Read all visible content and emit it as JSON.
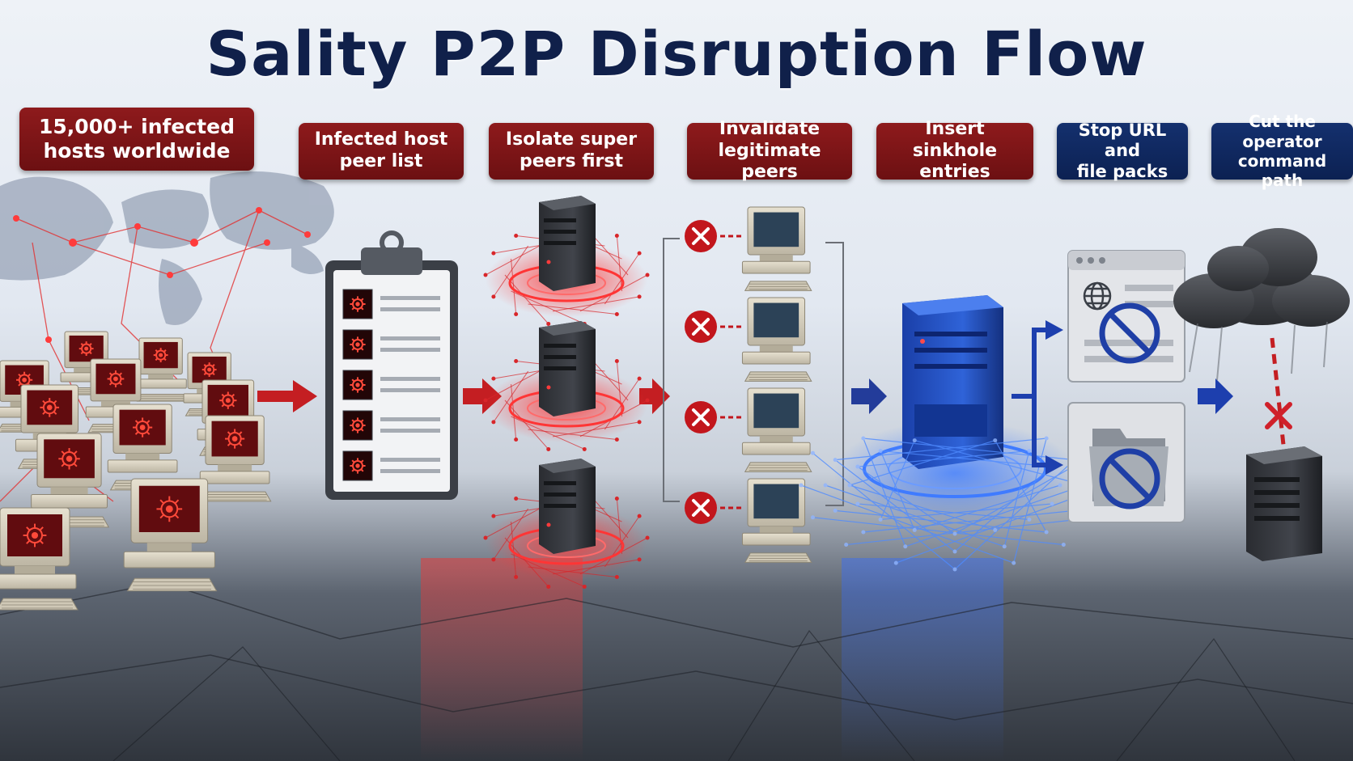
{
  "title": "Sality P2P Disruption Flow",
  "steps": [
    {
      "label": "15,000+ infected\nhosts worldwide",
      "tone": "red"
    },
    {
      "label": "Infected host\npeer list",
      "tone": "red"
    },
    {
      "label": "Isolate super\npeers first",
      "tone": "red"
    },
    {
      "label": "Invalidate\nlegitimate peers",
      "tone": "red"
    },
    {
      "label": "Insert sinkhole\nentries",
      "tone": "red"
    },
    {
      "label": "Stop URL and\nfile packs",
      "tone": "blue"
    },
    {
      "label": "Cut the operator\ncommand path",
      "tone": "blue"
    }
  ],
  "colors": {
    "infection_red": "#d8262a",
    "label_red": "#7a1416",
    "label_blue": "#0f2a63",
    "sinkhole_blue": "#1f4fd0",
    "title_navy": "#10204a"
  },
  "icons": [
    "world-map-icon",
    "infected-computer-icon",
    "clipboard-icon",
    "virus-icon",
    "server-tower-icon",
    "red-x-icon",
    "legacy-computer-icon",
    "sinkhole-server-icon",
    "browser-window-icon",
    "globe-icon",
    "folder-icon",
    "prohibited-icon",
    "storm-cloud-icon",
    "operator-server-icon",
    "arrow-icon"
  ]
}
